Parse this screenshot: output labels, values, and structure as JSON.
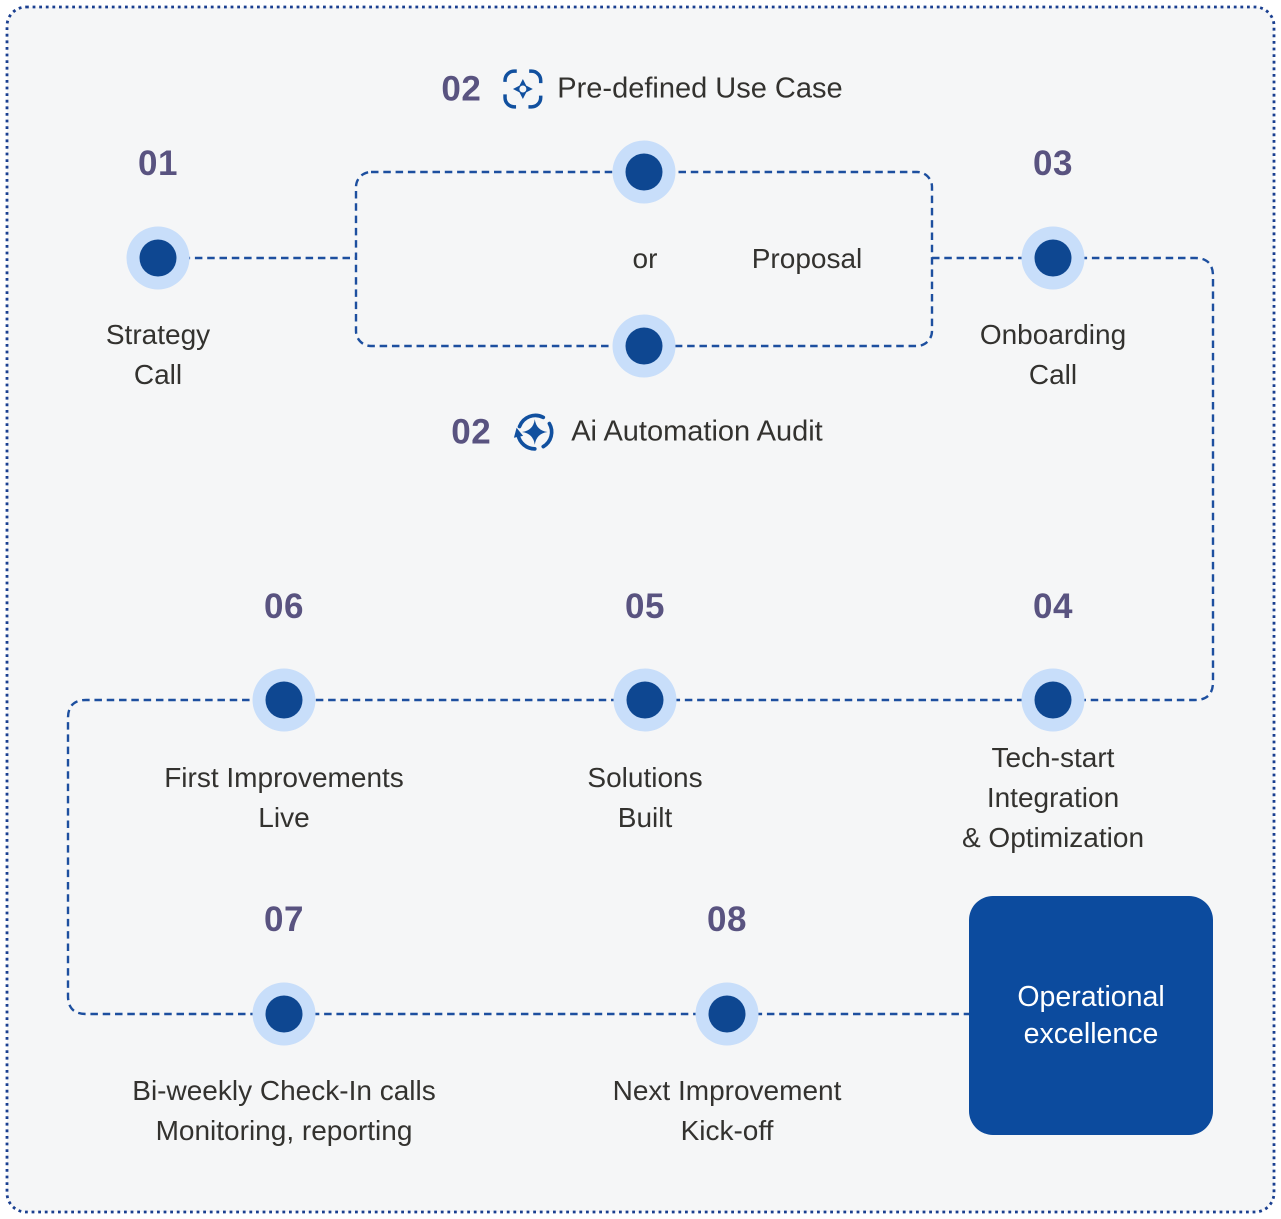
{
  "colors": {
    "page_bg": "#ffffff",
    "card_bg": "#f5f6f7",
    "outer_border": "#1a3f90",
    "connector": "#1d4f9f",
    "node_fill": "#0e4791",
    "node_halo": "#c8defa",
    "step_number": "#595380",
    "label_text": "#33322f",
    "icon_blue": "#11509f",
    "outcome_bg": "#0c4b9e",
    "outcome_text": "#ffffff"
  },
  "option_box": {
    "or_label": "or",
    "proposal_label": "Proposal"
  },
  "steps": [
    {
      "num": "01",
      "label": "Strategy\nCall"
    },
    {
      "num": "02",
      "label": "Pre-defined Use Case",
      "icon": "frame-target-icon"
    },
    {
      "num": "02",
      "label": "Ai Automation Audit",
      "icon": "cycle-sparkle-icon"
    },
    {
      "num": "03",
      "label": "Onboarding\nCall"
    },
    {
      "num": "04",
      "label": "Tech-start Integration\n& Optimization"
    },
    {
      "num": "05",
      "label": "Solutions\nBuilt"
    },
    {
      "num": "06",
      "label": "First Improvements\nLive"
    },
    {
      "num": "07",
      "label": "Bi-weekly Check-In calls\nMonitoring, reporting"
    },
    {
      "num": "08",
      "label": "Next Improvement\nKick-off"
    }
  ],
  "outcome": {
    "label": "Operational\nexcellence"
  }
}
